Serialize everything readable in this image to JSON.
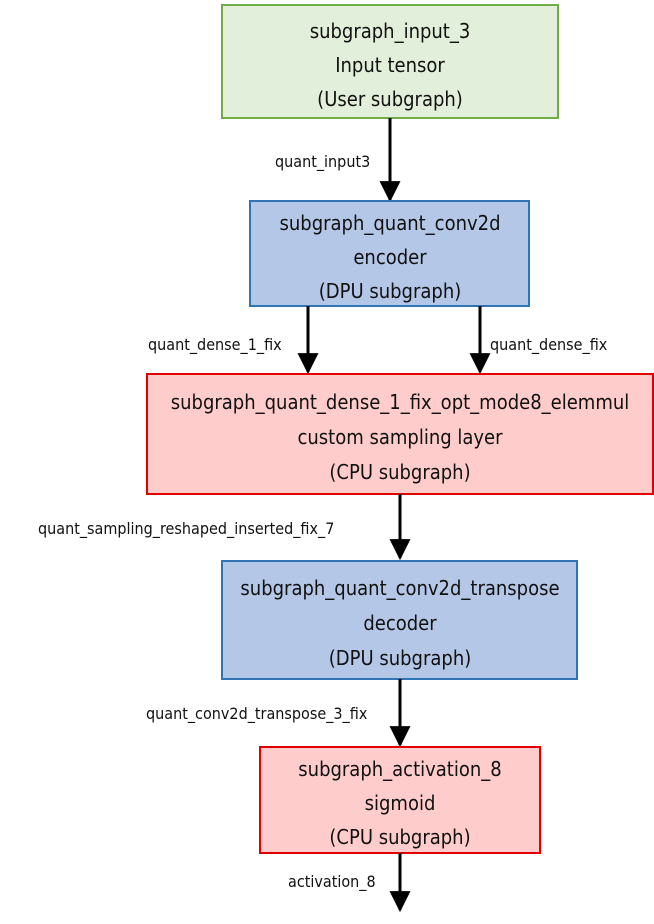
{
  "colors": {
    "green_fill": "#e2efda",
    "green_stroke": "#70ad47",
    "blue_fill": "#b4c7e7",
    "blue_stroke": "#2e75b6",
    "red_fill": "#ffcccc",
    "red_stroke": "#e00000",
    "arrow": "#000000"
  },
  "nodes": [
    {
      "id": "n1",
      "lines": [
        "subgraph_input_3",
        "Input tensor",
        "(User subgraph)"
      ]
    },
    {
      "id": "n2",
      "lines": [
        "subgraph_quant_conv2d",
        "encoder",
        "(DPU subgraph)"
      ]
    },
    {
      "id": "n3",
      "lines": [
        "subgraph_quant_dense_1_fix_opt_mode8_elemmul",
        "custom sampling layer",
        "(CPU subgraph)"
      ]
    },
    {
      "id": "n4",
      "lines": [
        "subgraph_quant_conv2d_transpose",
        "decoder",
        "(DPU subgraph)"
      ]
    },
    {
      "id": "n5",
      "lines": [
        "subgraph_activation_8",
        "sigmoid",
        "(CPU subgraph)"
      ]
    }
  ],
  "edges": [
    {
      "id": "e1",
      "label": "quant_input3"
    },
    {
      "id": "e2",
      "label": "quant_dense_1_fix"
    },
    {
      "id": "e3",
      "label": "quant_dense_fix"
    },
    {
      "id": "e4",
      "label": "quant_sampling_reshaped_inserted_fix_7"
    },
    {
      "id": "e5",
      "label": "quant_conv2d_transpose_3_fix"
    },
    {
      "id": "e6",
      "label": "activation_8"
    }
  ]
}
